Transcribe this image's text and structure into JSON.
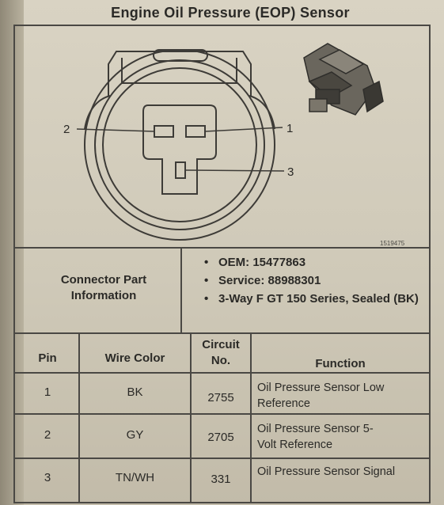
{
  "title": "Engine Oil Pressure (EOP) Sensor",
  "diagram": {
    "pin_labels": [
      "1",
      "2",
      "3"
    ],
    "figure_id": "1519475"
  },
  "connector": {
    "label": "Connector Part Information",
    "details": [
      "OEM: 15477863",
      "Service: 88988301",
      "3-Way F GT 150 Series, Sealed (BK)"
    ]
  },
  "table": {
    "headers": {
      "pin": "Pin",
      "wire_color": "Wire Color",
      "circuit_no": "Circuit No.",
      "function": "Function"
    },
    "rows": [
      {
        "pin": "1",
        "wire_color": "BK",
        "circuit": "2755",
        "function": "Oil Pressure Sensor Low Reference"
      },
      {
        "pin": "2",
        "wire_color": "GY",
        "circuit": "2705",
        "function": "Oil Pressure Sensor 5-Volt Reference"
      },
      {
        "pin": "3",
        "wire_color": "TN/WH",
        "circuit": "331",
        "function": "Oil Pressure Sensor Signal"
      }
    ]
  }
}
